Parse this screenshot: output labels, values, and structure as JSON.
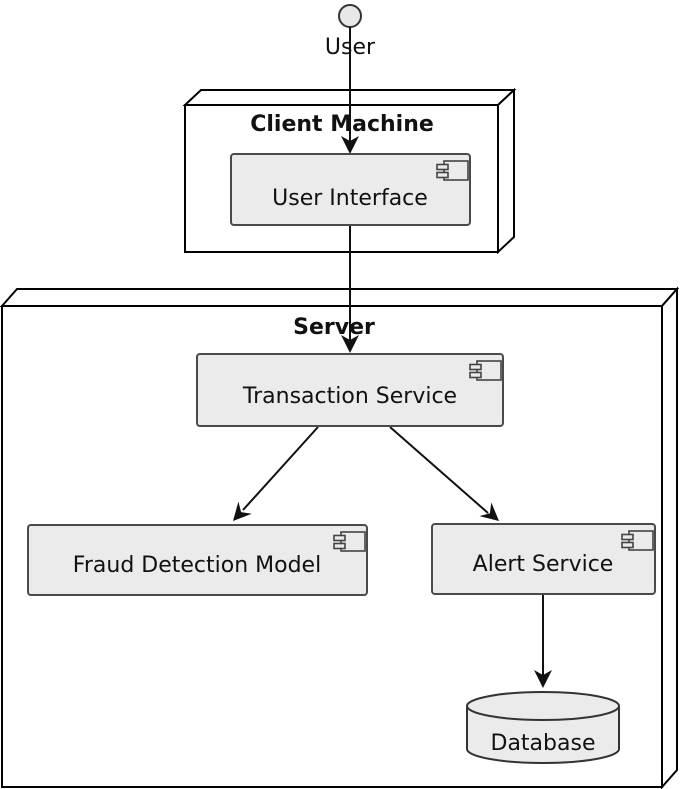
{
  "diagram_type": "uml-deployment-diagram",
  "colors": {
    "background": "#ffffff",
    "node_fill": "#ffffff",
    "node_border": "#000000",
    "component_fill": "#ebebeb",
    "component_border": "#4a4a4a",
    "database_fill": "#ebebeb",
    "database_border": "#333333",
    "actor_fill": "#e8e8e8",
    "edge_color": "#111111",
    "text_color": "#111111"
  },
  "actor": {
    "label": "User",
    "icon": "actor-circle-icon"
  },
  "nodes": {
    "client_machine": {
      "label": "Client Machine",
      "components": [
        {
          "label": "User Interface",
          "icon": "component-icon"
        }
      ]
    },
    "server": {
      "label": "Server",
      "components": [
        {
          "label": "Transaction Service",
          "icon": "component-icon"
        },
        {
          "label": "Fraud Detection Model",
          "icon": "component-icon"
        },
        {
          "label": "Alert Service",
          "icon": "component-icon"
        }
      ]
    }
  },
  "database": {
    "label": "Database",
    "icon": "database-cylinder-icon"
  },
  "edges": [
    {
      "from": "User",
      "to": "User Interface",
      "style": "solid-arrow"
    },
    {
      "from": "User Interface",
      "to": "Transaction Service",
      "style": "solid-arrow"
    },
    {
      "from": "Transaction Service",
      "to": "Fraud Detection Model",
      "style": "solid-arrow"
    },
    {
      "from": "Transaction Service",
      "to": "Alert Service",
      "style": "solid-arrow"
    },
    {
      "from": "Alert Service",
      "to": "Database",
      "style": "solid-arrow"
    }
  ]
}
